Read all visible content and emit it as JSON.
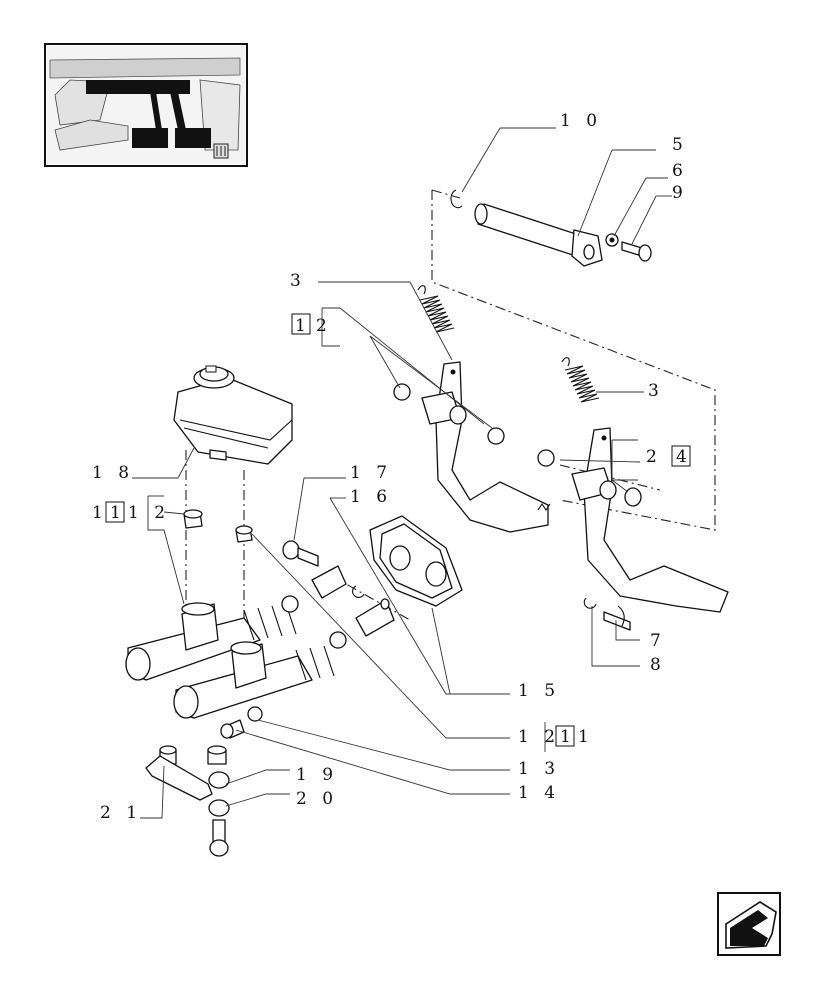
{
  "diagram": {
    "callouts": {
      "c10": "1 0",
      "c5": "5",
      "c6": "6",
      "c9": "9",
      "c3a": "3",
      "c12a_pre": "1",
      "c12a_post": "2",
      "c3b": "3",
      "c2": "2",
      "c2_box": "4",
      "c18": "1 8",
      "c17": "1 7",
      "c16": "1 6",
      "c11_pre": "1",
      "c11_box": "1",
      "c11_post": "1 2",
      "c7": "7",
      "c8": "8",
      "c15": "1 5",
      "c12b": "1 2",
      "c12b_box": "1",
      "c12b_post": "1",
      "c13": "1 3",
      "c14": "1 4",
      "c19": "1 9",
      "c20": "2 0",
      "c21": "2 1"
    },
    "icons": {
      "nav": "back-arrow-icon",
      "thumbnail": "tractor-pedals-thumbnail"
    }
  }
}
